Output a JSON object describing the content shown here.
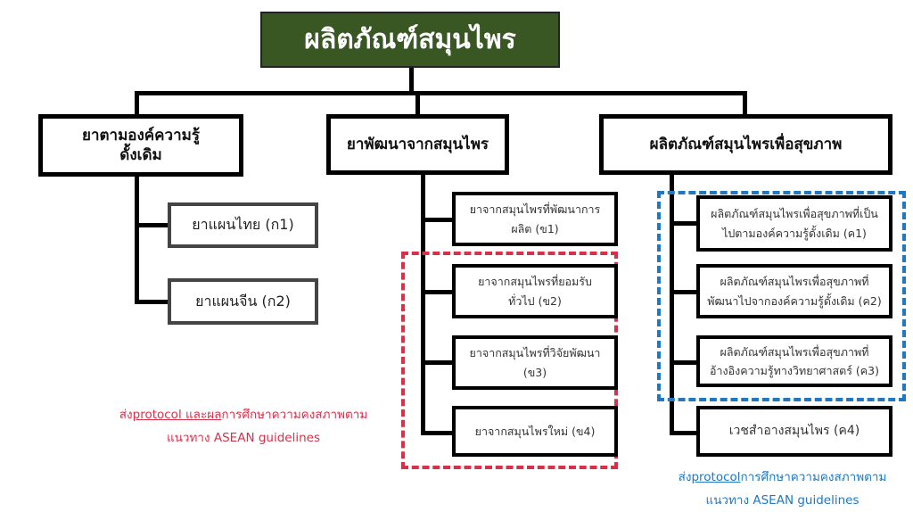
{
  "title": "ผลิตภัณฑ์สมุนไพร",
  "branches": [
    {
      "label": "ยาตามองค์ความรู้ดั้งเดิม",
      "children": [
        "ยาแผนไทย (ก1)",
        "ยาแผนจีน (ก2)"
      ]
    },
    {
      "label": "ยาพัฒนาจากสมุนไพร",
      "children": [
        "ยาจากสมุนไพรที่พัฒนาการผลิต (ข1)",
        "ยาจากสมุนไพรที่ยอมรับทั่วไป (ข2)",
        "ยาจากสมุนไพรที่วิจัยพัฒนา (ข3)",
        "ยาจากสมุนไพรใหม่ (ข4)"
      ]
    },
    {
      "label": "ผลิตภัณฑ์สมุนไพรเพื่อสุขภาพ",
      "children": [
        "ผลิตภัณฑ์สมุนไพรเพื่อสุขภาพที่เป็นไปตามองค์ความรู้ดั้งเดิม (ค1)",
        "ผลิตภัณฑ์สมุนไพรเพื่อสุขภาพที่พัฒนาไปจากองค์ความรู้ดั้งเดิม (ค2)",
        "ผลิตภัณฑ์สมุนไพรเพื่อสุขภาพที่อ้างอิงความรู้ทางวิทยาศาสตร์ (ค3)",
        "เวชสำอางสมุนไพร (ค4)"
      ]
    }
  ],
  "notes": {
    "red": {
      "prefix": "ส่ง",
      "underlined": "protocol และผล",
      "suffix": "การศึกษาความคงสภาพตามแนวทาง ASEAN guidelines"
    },
    "blue": {
      "prefix": "ส่ง",
      "underlined": "protocol",
      "suffix": "การศึกษาความคงสภาพตามแนวทาง ASEAN guidelines"
    }
  },
  "colors": {
    "title_bg": "#385723",
    "red": "#d9304a",
    "blue": "#1f78c1"
  }
}
